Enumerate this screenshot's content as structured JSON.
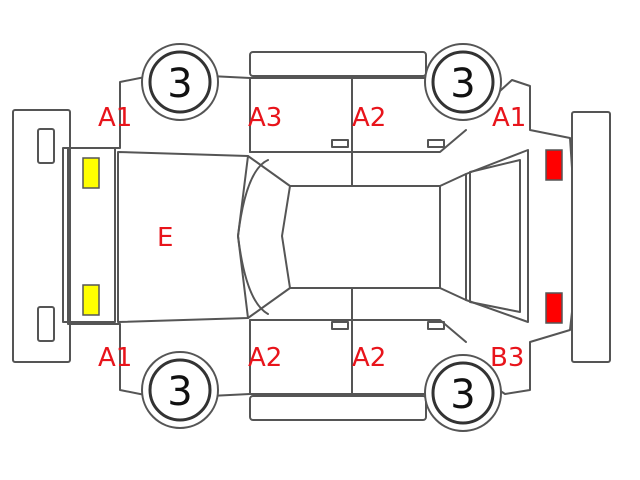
{
  "codes": {
    "front_left": "A1",
    "left_front_door": "A3",
    "left_rear_door": "A2",
    "rear_left": "A1",
    "hood": "E",
    "front_right": "A1",
    "right_front_door": "A2",
    "right_rear_door": "A2",
    "rear_right": "B3"
  },
  "wheels": {
    "front_left": "3",
    "rear_left": "3",
    "front_right": "3",
    "rear_right": "3"
  },
  "colors": {
    "code_text": "#e8141b",
    "headlight": "#ffff00",
    "taillight": "#ff0000",
    "outline": "#555555"
  }
}
